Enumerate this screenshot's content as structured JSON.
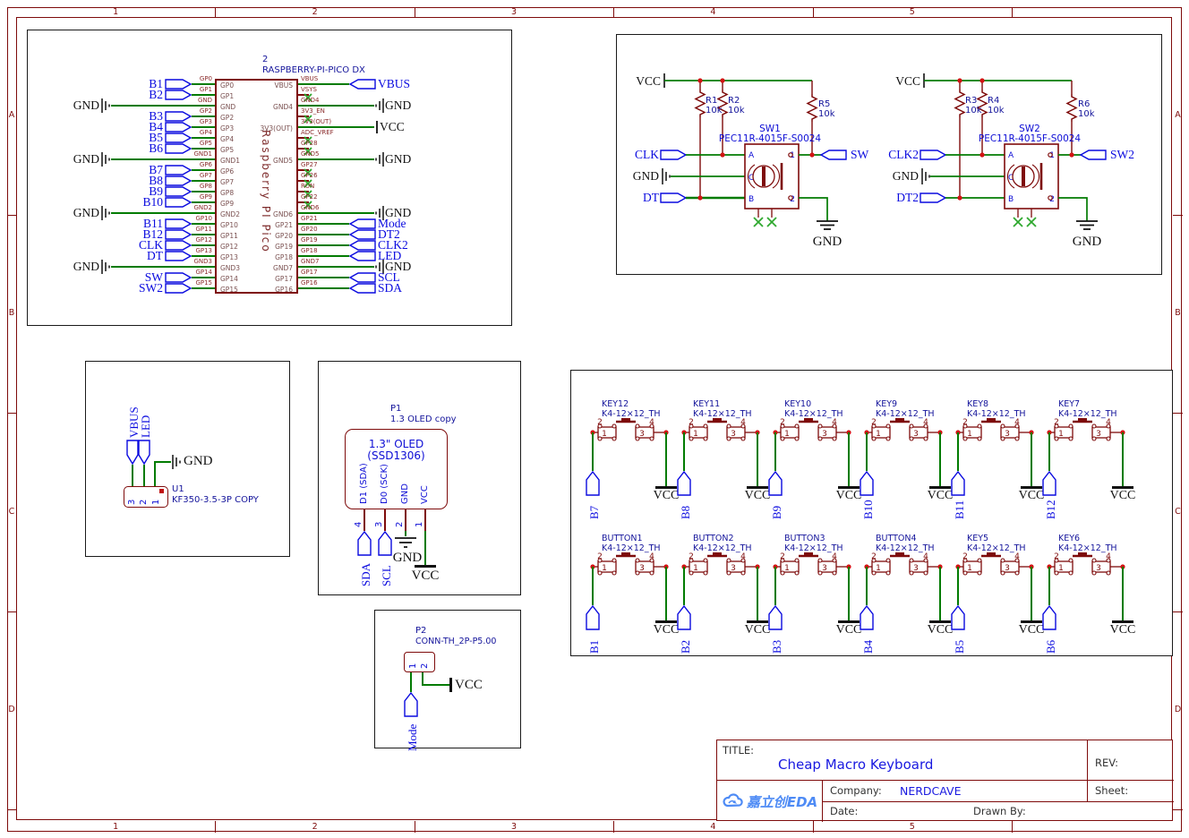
{
  "colors": {
    "frame_maroon": "#7E0B0B",
    "wire_green": "#027B02",
    "port_blue": "#0A0ADF",
    "label_navy": "#14149B",
    "junction_red": "#D21414",
    "noconnect_green": "#2FA82F",
    "logo_blue": "#4E8BF5",
    "title_blue": "#1919E0"
  },
  "frame": {
    "columns": [
      "1",
      "2",
      "3",
      "4",
      "5"
    ],
    "rows": [
      "A",
      "B",
      "C",
      "D"
    ]
  },
  "pico": {
    "designator": "2",
    "part": "RASPBERRY-PI-PICO DX",
    "body_label": "Raspberry PI Pico",
    "left_pins": [
      {
        "name": "GP0",
        "net": "GP0",
        "conn": "port",
        "label": "B1"
      },
      {
        "name": "GP1",
        "net": "GP1",
        "conn": "port",
        "label": "B2"
      },
      {
        "name": "GND",
        "net": "GND",
        "conn": "gnd",
        "label": "GND"
      },
      {
        "name": "GP2",
        "net": "GP2",
        "conn": "port",
        "label": "B3"
      },
      {
        "name": "GP3",
        "net": "GP3",
        "conn": "port",
        "label": "B4"
      },
      {
        "name": "GP4",
        "net": "GP4",
        "conn": "port",
        "label": "B5"
      },
      {
        "name": "GP5",
        "net": "GP5",
        "conn": "port",
        "label": "B6"
      },
      {
        "name": "GND1",
        "net": "GND1",
        "conn": "gnd",
        "label": "GND"
      },
      {
        "name": "GP6",
        "net": "GP6",
        "conn": "port",
        "label": "B7"
      },
      {
        "name": "GP7",
        "net": "GP7",
        "conn": "port",
        "label": "B8"
      },
      {
        "name": "GP8",
        "net": "GP8",
        "conn": "port",
        "label": "B9"
      },
      {
        "name": "GP9",
        "net": "GP9",
        "conn": "port",
        "label": "B10"
      },
      {
        "name": "GND2",
        "net": "GND2",
        "conn": "gnd",
        "label": "GND"
      },
      {
        "name": "GP10",
        "net": "GP10",
        "conn": "port",
        "label": "B11"
      },
      {
        "name": "GP11",
        "net": "GP11",
        "conn": "port",
        "label": "B12"
      },
      {
        "name": "GP12",
        "net": "GP12",
        "conn": "port",
        "label": "CLK"
      },
      {
        "name": "GP13",
        "net": "GP13",
        "conn": "port",
        "label": "DT"
      },
      {
        "name": "GND3",
        "net": "GND3",
        "conn": "gnd",
        "label": "GND"
      },
      {
        "name": "GP14",
        "net": "GP14",
        "conn": "port",
        "label": "SW"
      },
      {
        "name": "GP15",
        "net": "GP15",
        "conn": "port",
        "label": "SW2"
      }
    ],
    "right_pins": [
      {
        "name": "VBUS",
        "net": "VBUS",
        "conn": "port",
        "label": "VBUS"
      },
      {
        "name": "VSYS",
        "net": "VSYS",
        "conn": "nc"
      },
      {
        "name": "GND4",
        "net": "GND4",
        "conn": "gnd",
        "label": "GND"
      },
      {
        "name": "3V3_EN",
        "net": "3V3_EN",
        "conn": "nc"
      },
      {
        "name": "3V3(OUT)",
        "net": "3V3(OUT)",
        "conn": "vcc",
        "label": "VCC"
      },
      {
        "name": "ADC_VREF",
        "net": "ADC_VREF",
        "conn": "nc"
      },
      {
        "name": "GP28",
        "net": "GP28",
        "conn": "nc"
      },
      {
        "name": "GND5",
        "net": "GND5",
        "conn": "gnd",
        "label": "GND"
      },
      {
        "name": "GP27",
        "net": "GP27",
        "conn": "nc"
      },
      {
        "name": "GP26",
        "net": "GP26",
        "conn": "nc"
      },
      {
        "name": "RUN",
        "net": "RUN",
        "conn": "nc"
      },
      {
        "name": "GP22",
        "net": "GP22",
        "conn": "nc"
      },
      {
        "name": "GND6",
        "net": "GND6",
        "conn": "gnd",
        "label": "GND"
      },
      {
        "name": "GP21",
        "net": "GP21",
        "conn": "port",
        "label": "Mode"
      },
      {
        "name": "GP20",
        "net": "GP20",
        "conn": "port",
        "label": "DT2"
      },
      {
        "name": "GP19",
        "net": "GP19",
        "conn": "port",
        "label": "CLK2"
      },
      {
        "name": "GP18",
        "net": "GP18",
        "conn": "port",
        "label": "LED"
      },
      {
        "name": "GND7",
        "net": "GND7",
        "conn": "gnd",
        "label": "GND"
      },
      {
        "name": "GP17",
        "net": "GP17",
        "conn": "port",
        "label": "SCL"
      },
      {
        "name": "GP16",
        "net": "GP16",
        "conn": "port",
        "label": "SDA"
      }
    ]
  },
  "encoders": [
    {
      "designator": "SW1",
      "part": "PEC11R-4015F-S0024",
      "vcc": "VCC",
      "ra_name": "R1",
      "ra_val": "10k",
      "rb_name": "R2",
      "rb_val": "10k",
      "rc_name": "R5",
      "rc_val": "10k",
      "port_clk": "CLK",
      "gnd_flag": "GND",
      "port_dt": "DT",
      "port_sw": "SW",
      "pin_a": "A",
      "pin_c": "C",
      "pin_b": "B",
      "pin_1": "1",
      "pin_2": "2",
      "gnd_bottom": "GND"
    },
    {
      "designator": "SW2",
      "part": "PEC11R-4015F-S0024",
      "vcc": "VCC",
      "ra_name": "R3",
      "ra_val": "10k",
      "rb_name": "R4",
      "rb_val": "10k",
      "rc_name": "R6",
      "rc_val": "10k",
      "port_clk": "CLK2",
      "gnd_flag": "GND",
      "port_dt": "DT2",
      "port_sw": "SW2",
      "pin_a": "A",
      "pin_c": "C",
      "pin_b": "B",
      "pin_1": "1",
      "pin_2": "2",
      "gnd_bottom": "GND"
    }
  ],
  "connector_u1": {
    "designator": "U1",
    "part": "KF350-3.5-3P COPY",
    "pin_numbers": [
      "3",
      "2",
      "1"
    ],
    "ports": [
      {
        "label": "VBUS"
      },
      {
        "label": "LED"
      }
    ],
    "gnd": "GND"
  },
  "oled_p1": {
    "designator": "P1",
    "part": "1.3 OLED copy",
    "display_title": "1.3\" OLED",
    "display_subtitle": "(SSD1306)",
    "pins": [
      {
        "number": "4",
        "name": "D1 (SDA)",
        "target": "SDA"
      },
      {
        "number": "3",
        "name": "D0 (SCK)",
        "target": "SCL"
      },
      {
        "number": "2",
        "name": "GND",
        "target": "GND"
      },
      {
        "number": "1",
        "name": "VCC",
        "target": "VCC"
      }
    ]
  },
  "conn_p2": {
    "designator": "P2",
    "part": "CONN-TH_2P-P5.00",
    "pin_numbers": [
      "1",
      "2"
    ],
    "port": "Mode",
    "vcc": "VCC"
  },
  "keys": {
    "pin_numbers": [
      "2",
      "4",
      "1",
      "3"
    ],
    "vcc": "VCC",
    "row1": [
      {
        "designator": "KEY12",
        "part": "K4-12×12_TH",
        "port": "B7"
      },
      {
        "designator": "KEY11",
        "part": "K4-12×12_TH",
        "port": "B8"
      },
      {
        "designator": "KEY10",
        "part": "K4-12×12_TH",
        "port": "B9"
      },
      {
        "designator": "KEY9",
        "part": "K4-12×12_TH",
        "port": "B10"
      },
      {
        "designator": "KEY8",
        "part": "K4-12×12_TH",
        "port": "B11"
      },
      {
        "designator": "KEY7",
        "part": "K4-12×12_TH",
        "port": "B12"
      }
    ],
    "row2": [
      {
        "designator": "BUTTON1",
        "part": "K4-12×12_TH",
        "port": "B1"
      },
      {
        "designator": "BUTTON2",
        "part": "K4-12×12_TH",
        "port": "B2"
      },
      {
        "designator": "BUTTON3",
        "part": "K4-12×12_TH",
        "port": "B3"
      },
      {
        "designator": "BUTTON4",
        "part": "K4-12×12_TH",
        "port": "B4"
      },
      {
        "designator": "KEY5",
        "part": "K4-12×12_TH",
        "port": "B5"
      },
      {
        "designator": "KEY6",
        "part": "K4-12×12_TH",
        "port": "B6"
      }
    ]
  },
  "title_block": {
    "title_label": "TITLE:",
    "title": "Cheap Macro Keyboard",
    "rev_label": "REV:",
    "company_label": "Company:",
    "company": "NERDCAVE",
    "sheet_label": "Sheet:",
    "date_label": "Date:",
    "drawn_by_label": "Drawn By:",
    "logo_text": "嘉立创EDA"
  }
}
